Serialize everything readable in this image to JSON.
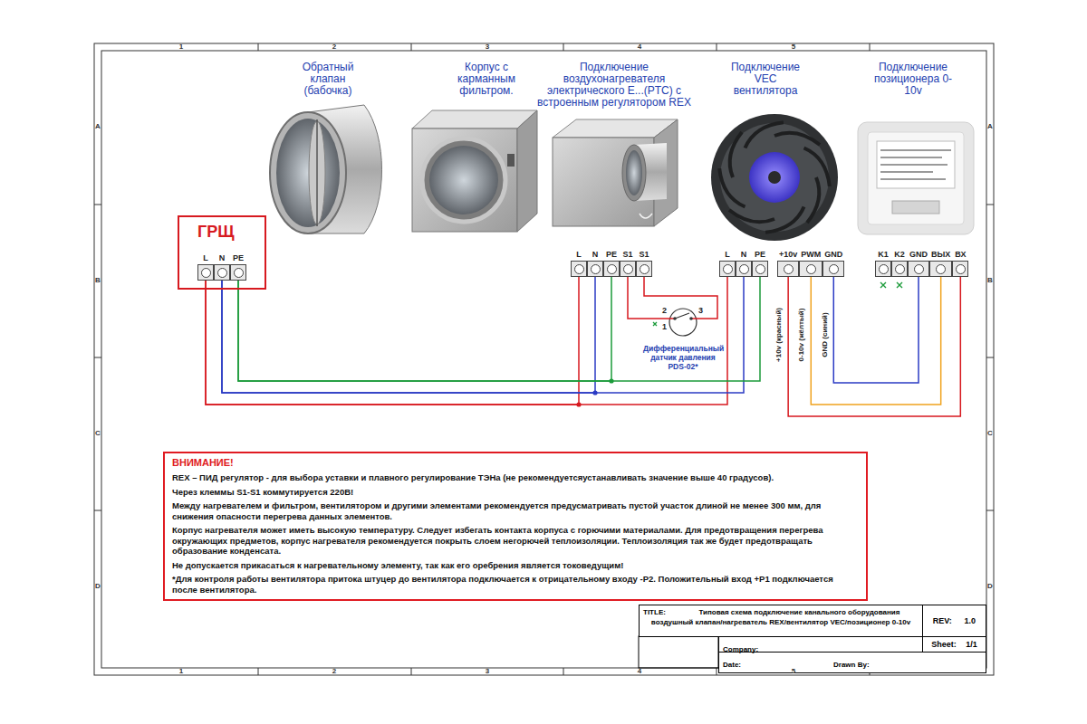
{
  "diagram": {
    "nodes": [
      {
        "text": [
          "ГРЩ"
        ]
      },
      {
        "text": [
          "L",
          "N",
          "PE"
        ],
        "in": 0
      },
      {
        "text": [
          "L",
          "N",
          "PE",
          "S1",
          "S1"
        ]
      },
      {
        "text": [
          "2",
          "1",
          "3",
          "Дифференциальный датчик давления PDS-02*"
        ]
      },
      {
        "text": [
          "L",
          "N",
          "PE"
        ]
      },
      {
        "text": [
          "+10v",
          "PWM",
          "GND"
        ]
      },
      {
        "text": [
          "K1",
          "K2",
          "GND",
          "ВЫХ",
          "ВХ"
        ]
      },
      {
        "text": [
          "ВНИМАНИЕ!",
          "REX – ПИД регулятор - для выбора уставки и плавного регулирование ТЭНа (не рекомендуетсяустанавливать значение выше 40 градусов).",
          "Через клеммы S1-S1 коммутируется 220В!",
          "Между нагревателем и фильтром, вентилятором и другими элементами рекомендуется предусматривать пустой участок длиной не менее 300 мм, для снижения опасности перегрева данных элементов.",
          "Корпус нагревателя может иметь высокую температуру. Следует избегать контакта корпуса с горючими материалами. Для предотвращения перегрева окружающих предметов, корпус нагревателя рекомендуется покрыть слоем негорючей теплоизоляции. Теплоизоляция так же будет предотвращать образование конденсата.",
          "Не допускается прикасаться к нагревательному элементу, так как его оребрения является токоведущим!",
          "*Для контроля работы вентилятора притока штуцер до вентилятора подключается к отрицательному входу -P2. Положительный вход +P1 подключается после вентилятора."
        ]
      },
      {
        "text": [
          "TITLE:",
          "Типовая схема подключение канального оборудования воздушный клапан/нагреватель REX/вентилятор VEC/позиционер 0-10v"
        ]
      },
      {
        "text": [
          "REV:",
          "1.0"
        ]
      },
      {
        "text": [
          "Company:"
        ]
      },
      {
        "text": [
          "Sheet:",
          "1/1"
        ]
      },
      {
        "text": [
          "Date:",
          "Drawn By:"
        ]
      }
    ],
    "edges": [
      {
        "from": 1,
        "to": 2,
        "arrow": "none"
      },
      {
        "from": 1,
        "to": 2,
        "arrow": "none"
      },
      {
        "from": 1,
        "to": 2,
        "arrow": "none"
      },
      {
        "from": 1,
        "to": 4,
        "arrow": "none"
      },
      {
        "from": 1,
        "to": 4,
        "arrow": "none"
      },
      {
        "from": 1,
        "to": 4,
        "arrow": "none"
      },
      {
        "from": 2,
        "to": 3,
        "arrow": "none"
      },
      {
        "from": 2,
        "to": 3,
        "arrow": "none"
      },
      {
        "from": 5,
        "to": 6,
        "label": "+10v (красный)",
        "arrow": "none"
      },
      {
        "from": 5,
        "to": 6,
        "label": "0-10v (жёлтый)",
        "arrow": "none"
      },
      {
        "from": 5,
        "to": 6,
        "label": "GND (синий)",
        "arrow": "none"
      }
    ],
    "labels": [
      "Обратный клапан (бабочка)",
      "Корпус с карманным фильтром.",
      "Подключение воздухонагревателя электрического Е...(PTC) с встроенным регулятором REX",
      "Подключение VEC вентилятора",
      "Подключение позиционера 0-10v",
      "1",
      "2",
      "3",
      "4",
      "5",
      "1",
      "2",
      "3",
      "4",
      "5",
      "A",
      "B",
      "C",
      "D",
      "A",
      "B",
      "C",
      "D"
    ]
  }
}
